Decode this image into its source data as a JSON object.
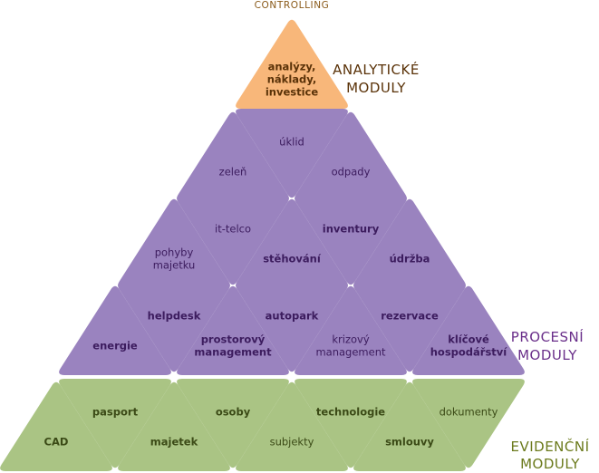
{
  "top_label": "CONTROLLING",
  "colors": {
    "analytic_fill": "#f8b77a",
    "analytic_text": "#5a3208",
    "process_fill": "#9a83bf",
    "process_text": "#3c1c5e",
    "process_heading": "#6a2f8a",
    "evidence_fill": "#aac484",
    "evidence_text": "#3b4a16",
    "evidence_heading": "#6b7a1c"
  },
  "layers": {
    "analytic": {
      "heading": [
        "ANALYTICKÉ",
        "MODULY"
      ],
      "triangles": [
        {
          "lines": [
            "analýzy,",
            "náklady,",
            "investice"
          ],
          "bold": true
        }
      ]
    },
    "process": {
      "heading": [
        "PROCESNÍ",
        "MODULY"
      ],
      "rows": [
        [
          {
            "lines": [
              "zeleň"
            ],
            "bold": false
          },
          {
            "lines": [
              "úklid"
            ],
            "bold": false
          },
          {
            "lines": [
              "odpady"
            ],
            "bold": false
          }
        ],
        [
          {
            "lines": [
              "pohyby",
              "majetku"
            ],
            "bold": false
          },
          {
            "lines": [
              "it-telco"
            ],
            "bold": false
          },
          {
            "lines": [
              "stěhování"
            ],
            "bold": true
          },
          {
            "lines": [
              "inventury"
            ],
            "bold": true
          },
          {
            "lines": [
              "údržba"
            ],
            "bold": true
          }
        ],
        [
          {
            "lines": [
              "energie"
            ],
            "bold": true
          },
          {
            "lines": [
              "helpdesk"
            ],
            "bold": true
          },
          {
            "lines": [
              "prostorový",
              "management"
            ],
            "bold": true
          },
          {
            "lines": [
              "autopark"
            ],
            "bold": true
          },
          {
            "lines": [
              "krizový",
              "management"
            ],
            "bold": false
          },
          {
            "lines": [
              "rezervace"
            ],
            "bold": true
          },
          {
            "lines": [
              "klíčové",
              "hospodářství"
            ],
            "bold": true
          }
        ]
      ]
    },
    "evidence": {
      "heading": [
        "EVIDENČNÍ",
        "MODULY"
      ],
      "triangles": [
        {
          "lines": [
            "CAD"
          ],
          "bold": true
        },
        {
          "lines": [
            "pasport"
          ],
          "bold": true
        },
        {
          "lines": [
            "majetek"
          ],
          "bold": true
        },
        {
          "lines": [
            "osoby"
          ],
          "bold": true
        },
        {
          "lines": [
            "subjekty"
          ],
          "bold": false
        },
        {
          "lines": [
            "technologie"
          ],
          "bold": true
        },
        {
          "lines": [
            "smlouvy"
          ],
          "bold": true
        },
        {
          "lines": [
            "dokumenty"
          ],
          "bold": false
        }
      ]
    }
  }
}
